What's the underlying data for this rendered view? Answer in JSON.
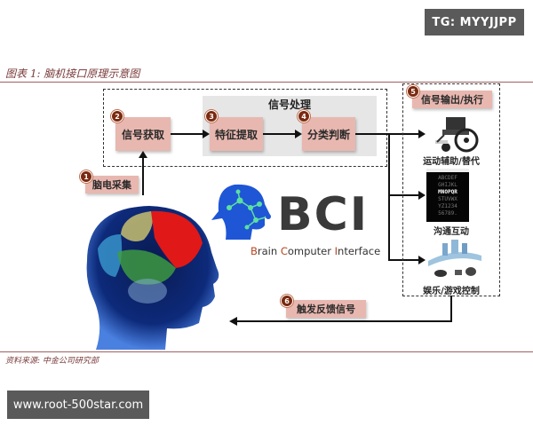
{
  "watermark_top": "TG: MYYJJPP",
  "figure_title": "图表 1: 脑机接口原理示意图",
  "processing_group_label": "信号处理",
  "steps": [
    {
      "num": "1",
      "label": "脑电采集"
    },
    {
      "num": "2",
      "label": "信号获取"
    },
    {
      "num": "3",
      "label": "特征提取"
    },
    {
      "num": "4",
      "label": "分类判断"
    },
    {
      "num": "5",
      "label": "信号输出/执行"
    },
    {
      "num": "6",
      "label": "触发反馈信号"
    }
  ],
  "outputs": [
    {
      "icon": "wheelchair-icon",
      "caption": "运动辅助/替代"
    },
    {
      "icon": "letter-matrix-icon",
      "caption": "沟通互动"
    },
    {
      "icon": "game-control-icon",
      "caption": "娱乐/游戏控制"
    }
  ],
  "letter_matrix": [
    "ABCDEF",
    "GHIJKL",
    "MNOPQR",
    "STUVWX",
    "YZ1234",
    "56789."
  ],
  "logo": {
    "big": "BCI",
    "sub_parts": [
      {
        "initial": "B",
        "rest": "rain "
      },
      {
        "initial": "C",
        "rest": "omputer "
      },
      {
        "initial": "I",
        "rest": "nterface"
      }
    ],
    "initial_color": "#b5451b",
    "head_color": "#1e56d6"
  },
  "source": "资料来源: 中金公司研究部",
  "watermark_bottom": "www.root-500star.com"
}
